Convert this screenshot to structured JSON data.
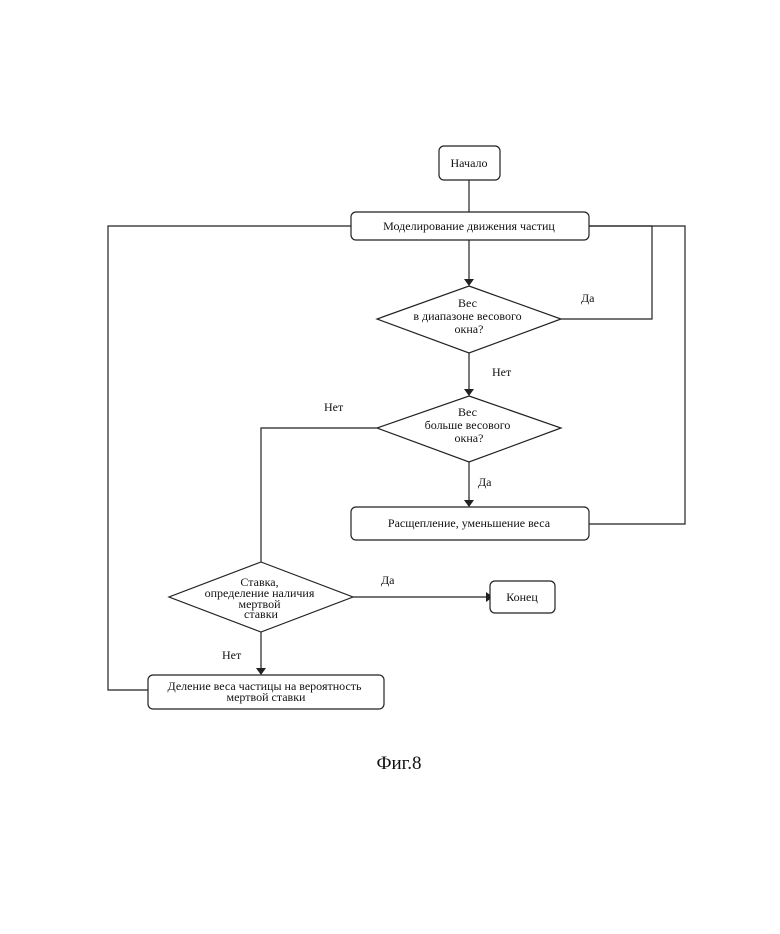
{
  "nodes": {
    "start": "Начало",
    "simulate": "Моделирование движения частиц",
    "in_window": [
      "Вес",
      "в диапазоне весового",
      "окна?"
    ],
    "above_window": [
      "Вес",
      "больше весового",
      "окна?"
    ],
    "split": "Расщепление, уменьшение веса",
    "roulette": [
      "Ставка,",
      "определение наличия",
      "мертвой",
      "ставки"
    ],
    "end": "Конец",
    "divide": [
      "Деление веса частицы на вероятность",
      "мертвой ставки"
    ]
  },
  "edges": {
    "in_window_yes": "Да",
    "in_window_no": "Нет",
    "above_window_no": "Нет",
    "above_window_yes": "Да",
    "roulette_yes": "Да",
    "roulette_no": "Нет"
  },
  "caption": "Фиг.8"
}
